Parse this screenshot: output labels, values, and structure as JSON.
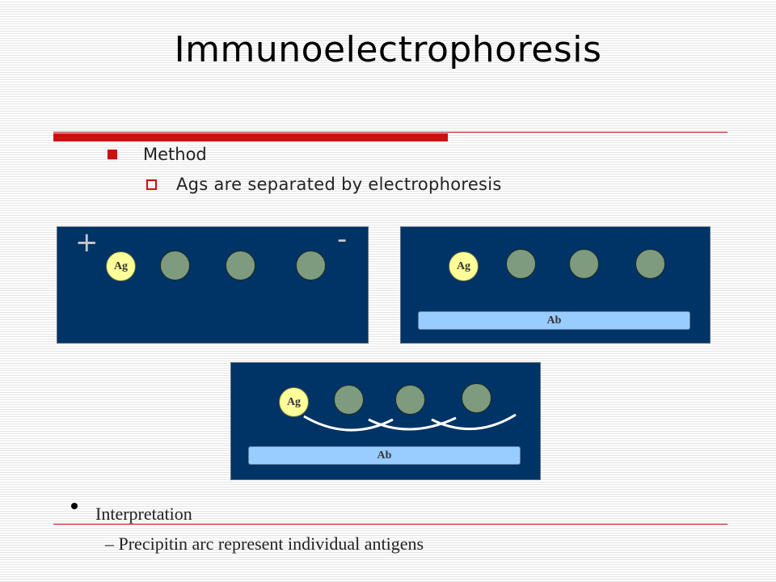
{
  "slide": {
    "title": "Immunoelectrophoresis",
    "accent_color": "#cc1111",
    "bullets": {
      "level1": "Method",
      "level2": "Ags are separated by electrophoresis"
    },
    "diagrams": {
      "panel_color": "#003366",
      "well_color": "#7f9b7f",
      "antigen_well_color": "#ffff99",
      "antibody_trough_color": "#99ccff",
      "panel1": {
        "positive": "+",
        "negative": "-",
        "antigen_label": "Ag"
      },
      "panel2": {
        "antigen_label": "Ag",
        "antibody_label": "Ab"
      },
      "panel3": {
        "antigen_label": "Ag",
        "antibody_label": "Ab"
      }
    },
    "interpretation": {
      "heading": "Interpretation",
      "point": "– Precipitin arc represent individual antigens"
    }
  }
}
